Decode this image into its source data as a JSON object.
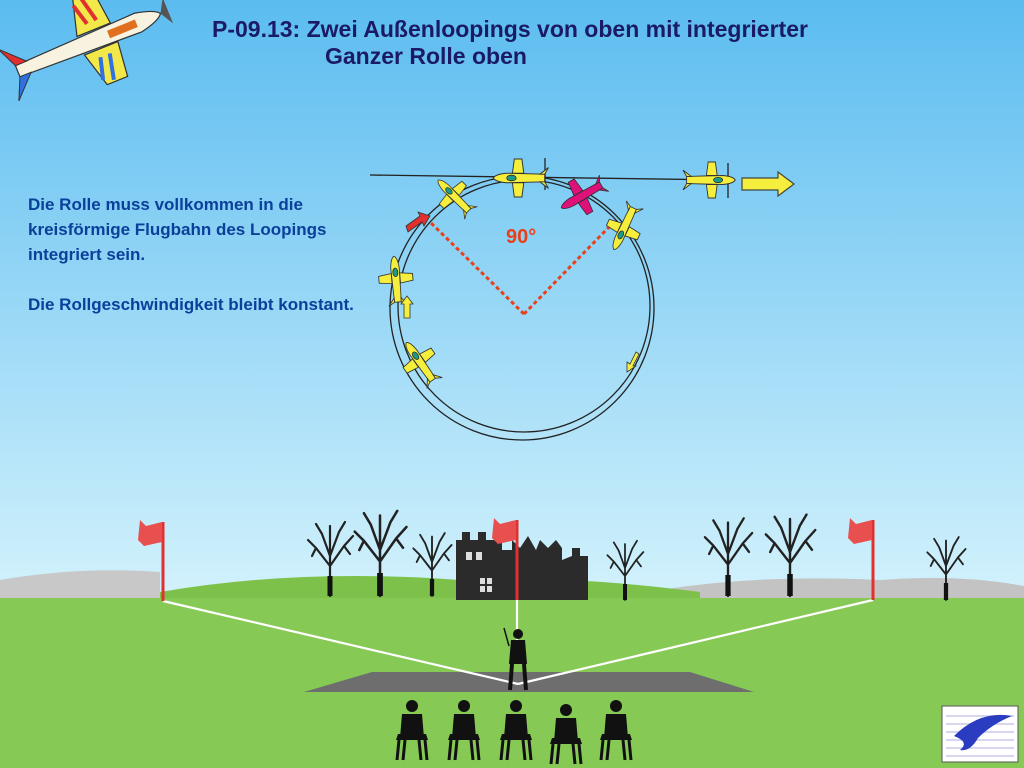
{
  "title": {
    "line1": "P-09.13: Zwei Außenloopings von oben mit integrierter",
    "line2": "Ganzer Rolle oben"
  },
  "description": {
    "paragraph1": "Die Rolle muss vollkommen in die kreisförmige Flugbahn des Loopings integriert sein.",
    "paragraph2": "Die Rollgeschwindigkeit bleibt konstant."
  },
  "diagram": {
    "angle_label": "90°",
    "loop_count": 2
  },
  "colors": {
    "sky_top": "#5bbcf0",
    "sky_bottom": "#c9eefb",
    "grass": "#82c84e",
    "aircraft": "#f5ee3c",
    "aircraft_rolling": "#e0107a",
    "angle": "#e8401a",
    "direction_arrow": "#f5ee3c",
    "flag": "#e03030"
  },
  "icons": [
    "logo-aircraft-icon",
    "federation-logo-icon"
  ]
}
